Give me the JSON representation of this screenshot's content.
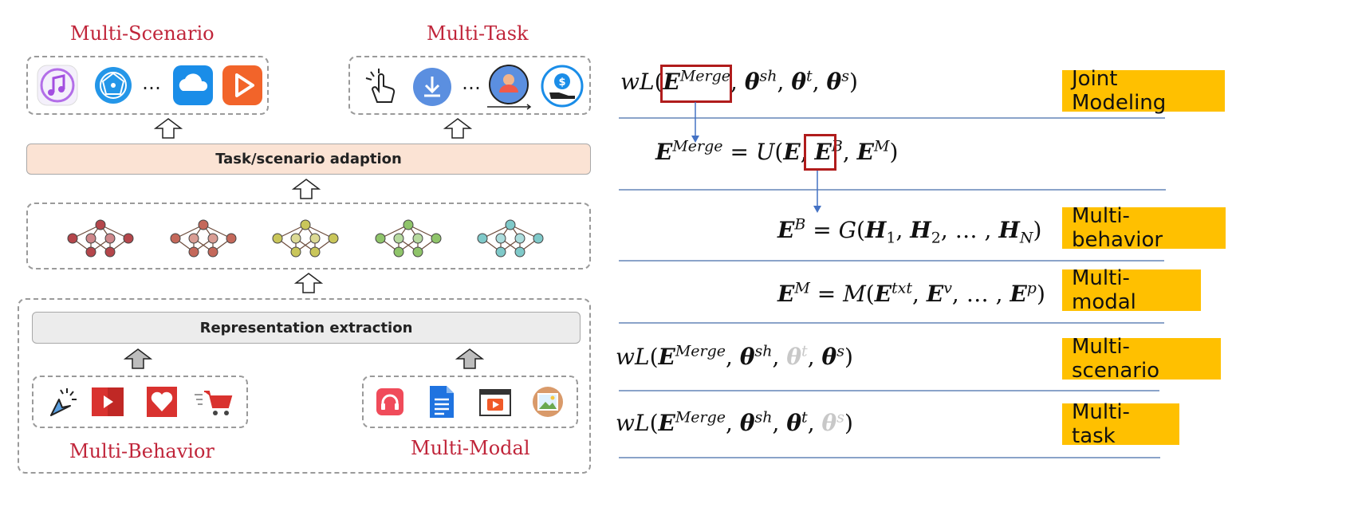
{
  "left": {
    "scenario_title": "Multi-Scenario",
    "task_title": "Multi-Task",
    "ellipsis": "…",
    "adaption_label": "Task/scenario adaption",
    "representation_label": "Representation  extraction",
    "behavior_title": "Multi-Behavior",
    "modal_title": "Multi-Modal",
    "scenario_icons": [
      "music-app-icon",
      "globe-app-icon",
      "cloud-app-icon",
      "video-play-app-icon"
    ],
    "task_icons": [
      "tap-gesture-icon",
      "download-icon",
      "user-cycle-icon",
      "money-hand-icon"
    ],
    "behavior_icons": [
      "click-cursor-icon",
      "play-video-icon",
      "heart-like-icon",
      "shopping-cart-icon"
    ],
    "modal_icons": [
      "headphones-icon",
      "document-icon",
      "video-frame-icon",
      "image-icon"
    ],
    "network_colors": [
      "#b4464b",
      "#c4685a",
      "#c9c65a",
      "#8fc46a",
      "#7fc9c9"
    ]
  },
  "right": {
    "tags": [
      "Joint Modeling",
      "Multi-behavior",
      "Multi-modal",
      "Multi-scenario",
      "Multi-task"
    ],
    "highlight_color": "#ffc000",
    "box_color": "#b01c1c"
  }
}
